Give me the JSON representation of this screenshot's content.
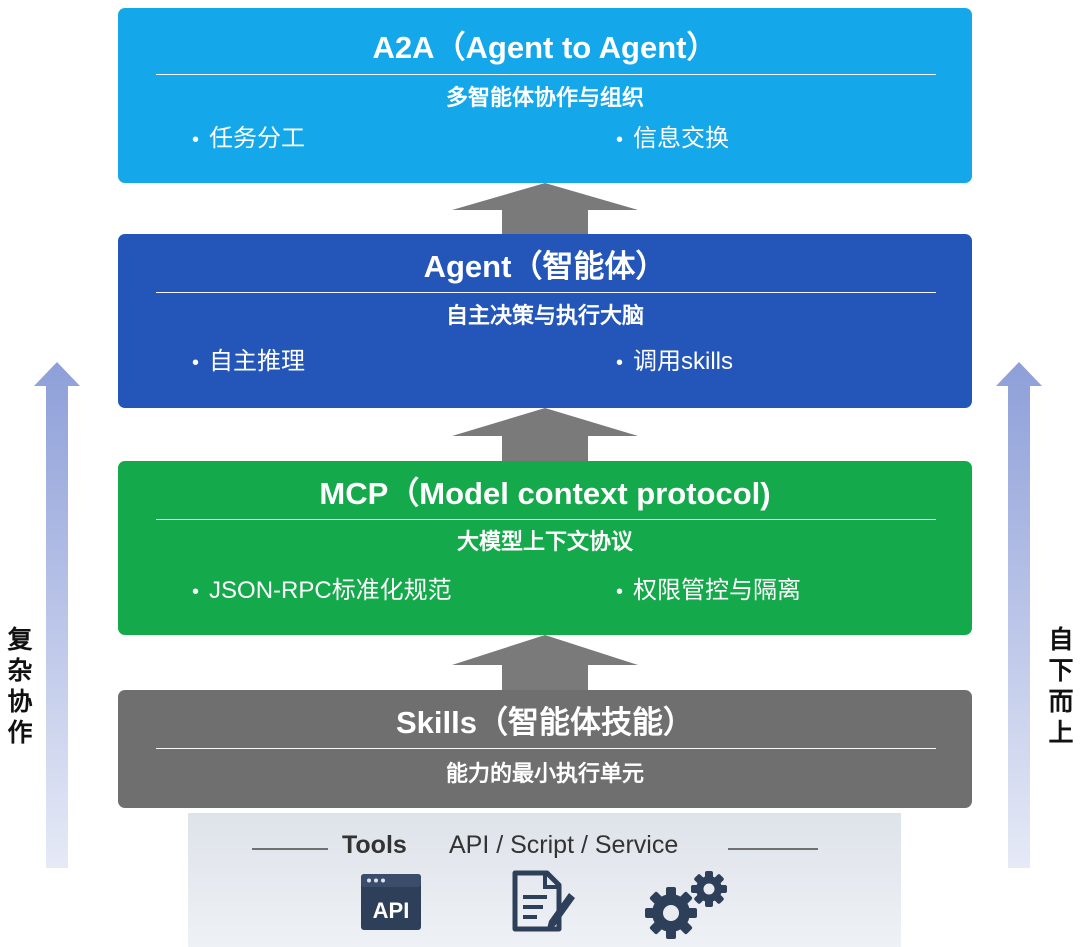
{
  "layers": {
    "a2a": {
      "title": "A2A（Agent to Agent）",
      "subtitle": "多智能体协作与组织",
      "bullets": [
        "任务分工",
        "信息交换"
      ],
      "color": "#14a7ea"
    },
    "agent": {
      "title": "Agent（智能体）",
      "subtitle": "自主决策与执行大脑",
      "bullets": [
        "自主推理",
        "调用skills"
      ],
      "color": "#2356b8"
    },
    "mcp": {
      "title": "MCP（Model context protocol)",
      "subtitle": "大模型上下文协议",
      "bullets": [
        "JSON-RPC标准化规范",
        "权限管控与隔离"
      ],
      "color": "#14a94a"
    },
    "skills": {
      "title": "Skills（智能体技能）",
      "subtitle": "能力的最小执行单元",
      "color": "#6f6f6f"
    }
  },
  "tools": {
    "label": "Tools",
    "items": "API / Script / Service",
    "icons": [
      "api-icon",
      "script-document-icon",
      "gears-icon"
    ],
    "api_icon_text": "API"
  },
  "side": {
    "left_label": [
      "复",
      "杂",
      "协",
      "作"
    ],
    "right_label": [
      "自",
      "下",
      "而",
      "上"
    ]
  },
  "bullet_glyph": "•",
  "colors": {
    "connector_arrow": "#7a7a7a",
    "side_arrow_top": "#8e9fd9",
    "side_arrow_bottom": "#e6eaf6"
  }
}
